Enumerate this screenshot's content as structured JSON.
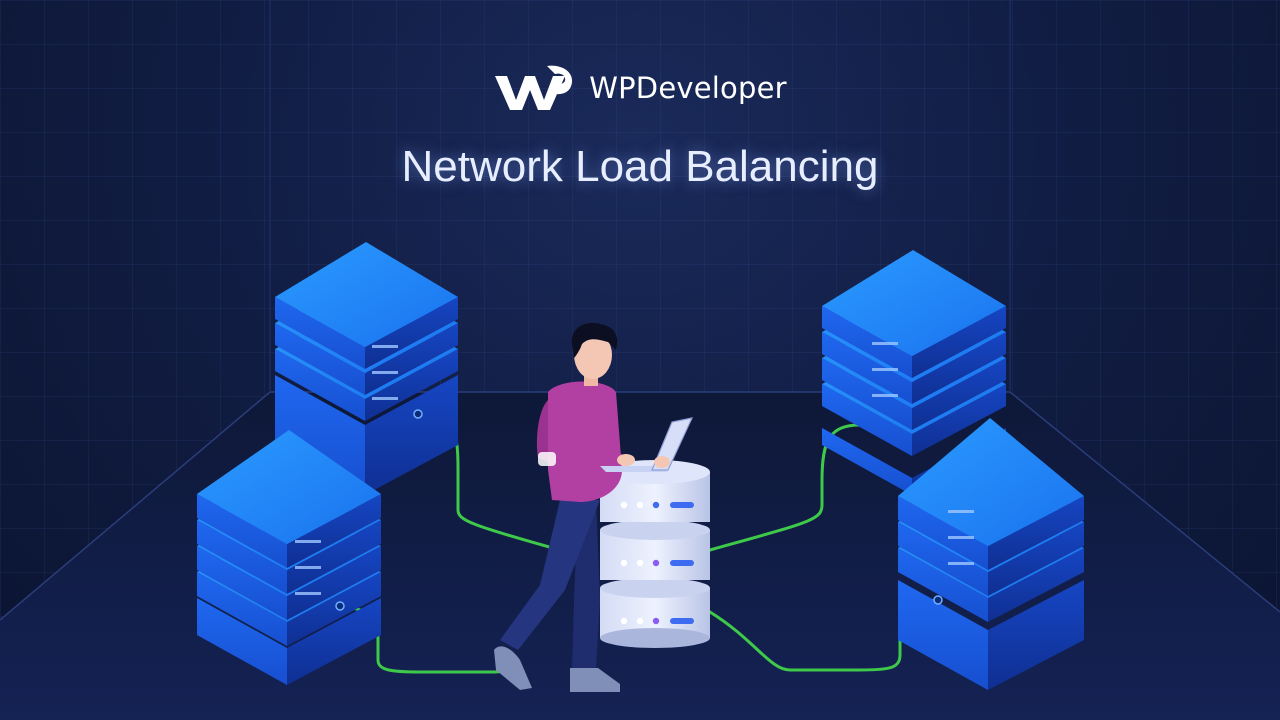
{
  "brand": {
    "name": "WPDeveloper",
    "logo_icon": "wpdeveloper-logo-icon"
  },
  "headline": "Network Load Balancing",
  "illustration": {
    "server_racks": 4,
    "central_node": "database-stack-icon",
    "person": "person-with-laptop",
    "cable_color": "#3ec94a"
  },
  "colors": {
    "background": "#111d44",
    "server_top": "#1e7df2",
    "server_left": "#1a5fe0",
    "server_right": "#1440b8",
    "headline": "#e7eeff"
  }
}
